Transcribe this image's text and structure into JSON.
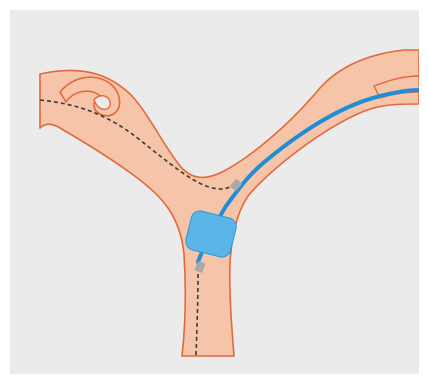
{
  "diagram": {
    "colors": {
      "panel": "#ebebeb",
      "vessel_fill": "#f6c4a8",
      "vessel_outline": "#e3683c",
      "guidewire": "#3a3a3a",
      "catheter": "#1e8fd6",
      "device": "#5ab6e8",
      "markers": "#a8a8a8"
    },
    "elements": [
      "blood-vessel-bifurcation",
      "guidewire-dashed-path",
      "catheter-blue-line",
      "balloon-device-square",
      "radiopaque-marker"
    ]
  }
}
